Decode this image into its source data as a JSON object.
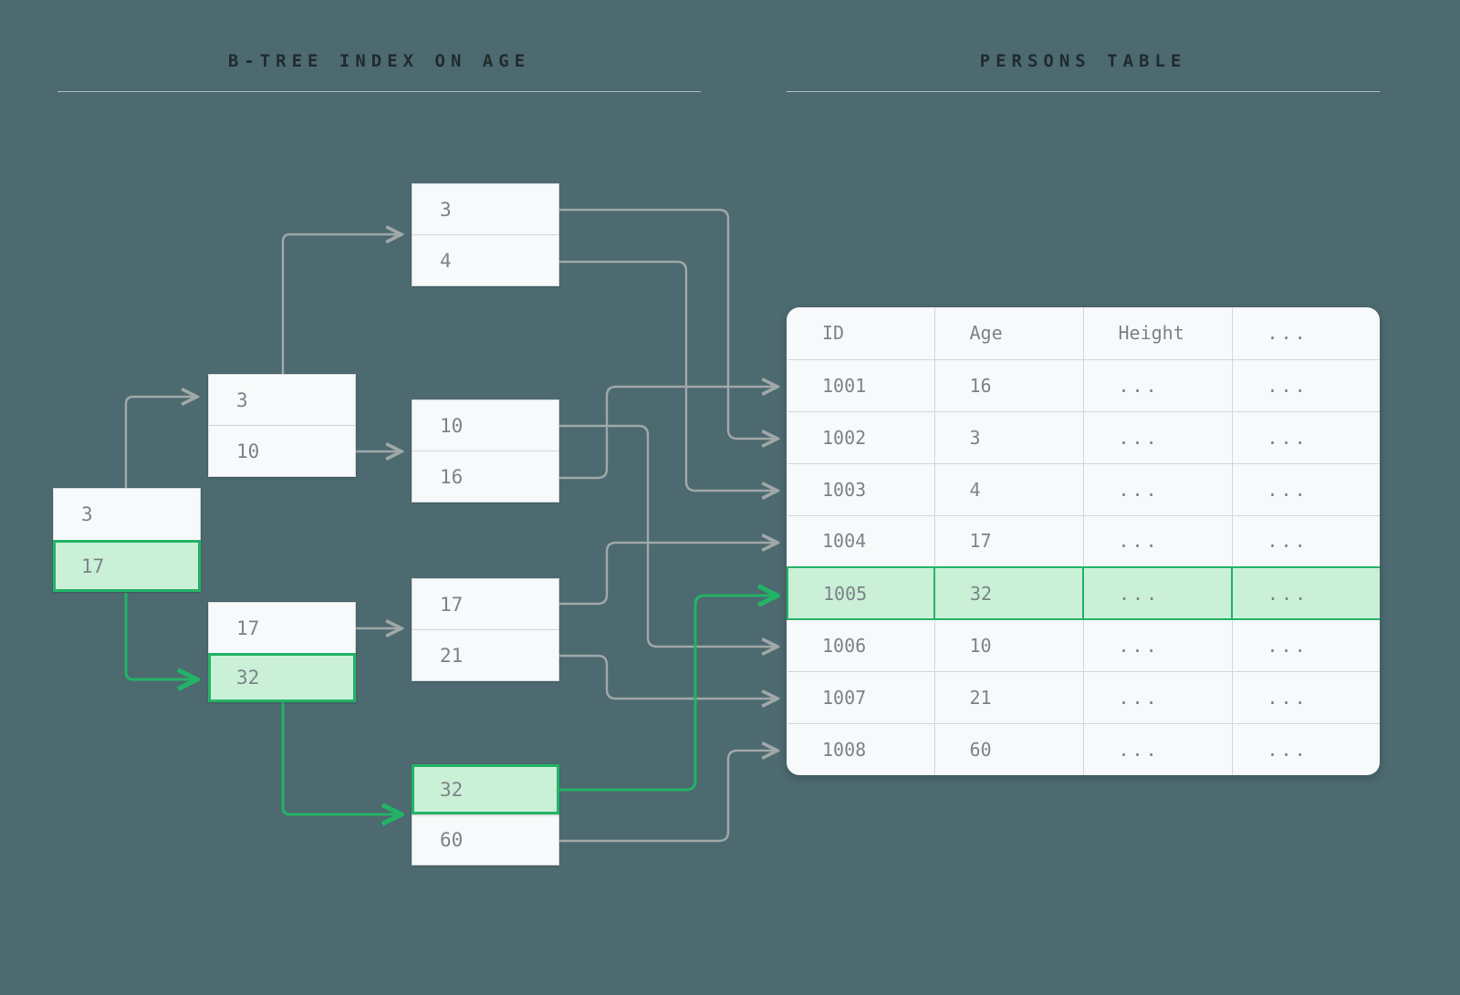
{
  "background_color": "#4c6a70",
  "accent_color": "#23b366",
  "highlight_fill": "#caf0d8",
  "line_color": "#a0a8a8",
  "sections": {
    "index": {
      "title": "B-TREE INDEX ON AGE"
    },
    "table": {
      "title": "PERSONS TABLE"
    }
  },
  "btree": {
    "root": {
      "name": "root-node",
      "cells": [
        {
          "value": "3",
          "highlighted": false
        },
        {
          "value": "17",
          "highlighted": true
        }
      ]
    },
    "internal": [
      {
        "name": "internal-node-left",
        "cells": [
          {
            "value": "3",
            "highlighted": false
          },
          {
            "value": "10",
            "highlighted": false
          }
        ]
      },
      {
        "name": "internal-node-right",
        "cells": [
          {
            "value": "17",
            "highlighted": false
          },
          {
            "value": "32",
            "highlighted": true
          }
        ]
      }
    ],
    "leaves": [
      {
        "name": "leaf-node-1",
        "cells": [
          {
            "value": "3",
            "highlighted": false
          },
          {
            "value": "4",
            "highlighted": false
          }
        ]
      },
      {
        "name": "leaf-node-2",
        "cells": [
          {
            "value": "10",
            "highlighted": false
          },
          {
            "value": "16",
            "highlighted": false
          }
        ]
      },
      {
        "name": "leaf-node-3",
        "cells": [
          {
            "value": "17",
            "highlighted": false
          },
          {
            "value": "21",
            "highlighted": false
          }
        ]
      },
      {
        "name": "leaf-node-4",
        "cells": [
          {
            "value": "32",
            "highlighted": true
          },
          {
            "value": "60",
            "highlighted": false
          }
        ]
      }
    ]
  },
  "persons_table": {
    "columns": [
      "ID",
      "Age",
      "Height",
      "..."
    ],
    "rows": [
      {
        "id": "1001",
        "age": "16",
        "height": "...",
        "more": "...",
        "highlighted": false
      },
      {
        "id": "1002",
        "age": "3",
        "height": "...",
        "more": "...",
        "highlighted": false
      },
      {
        "id": "1003",
        "age": "4",
        "height": "...",
        "more": "...",
        "highlighted": false
      },
      {
        "id": "1004",
        "age": "17",
        "height": "...",
        "more": "...",
        "highlighted": false
      },
      {
        "id": "1005",
        "age": "32",
        "height": "...",
        "more": "...",
        "highlighted": true
      },
      {
        "id": "1006",
        "age": "10",
        "height": "...",
        "more": "...",
        "highlighted": false
      },
      {
        "id": "1007",
        "age": "21",
        "height": "...",
        "more": "...",
        "highlighted": false
      },
      {
        "id": "1008",
        "age": "60",
        "height": "...",
        "more": "...",
        "highlighted": false
      }
    ]
  }
}
